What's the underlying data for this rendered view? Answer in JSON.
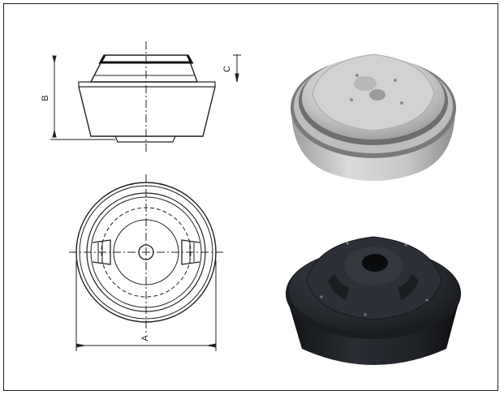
{
  "figure": {
    "dimension_labels": {
      "a": "A",
      "b": "B",
      "c": "C"
    },
    "photos": [
      {
        "name": "grey-rubber-cone-photo",
        "color": "#c9c9c9"
      },
      {
        "name": "black-rubber-cone-photo",
        "color": "#1b1d22"
      }
    ],
    "line_color": "#222222"
  }
}
